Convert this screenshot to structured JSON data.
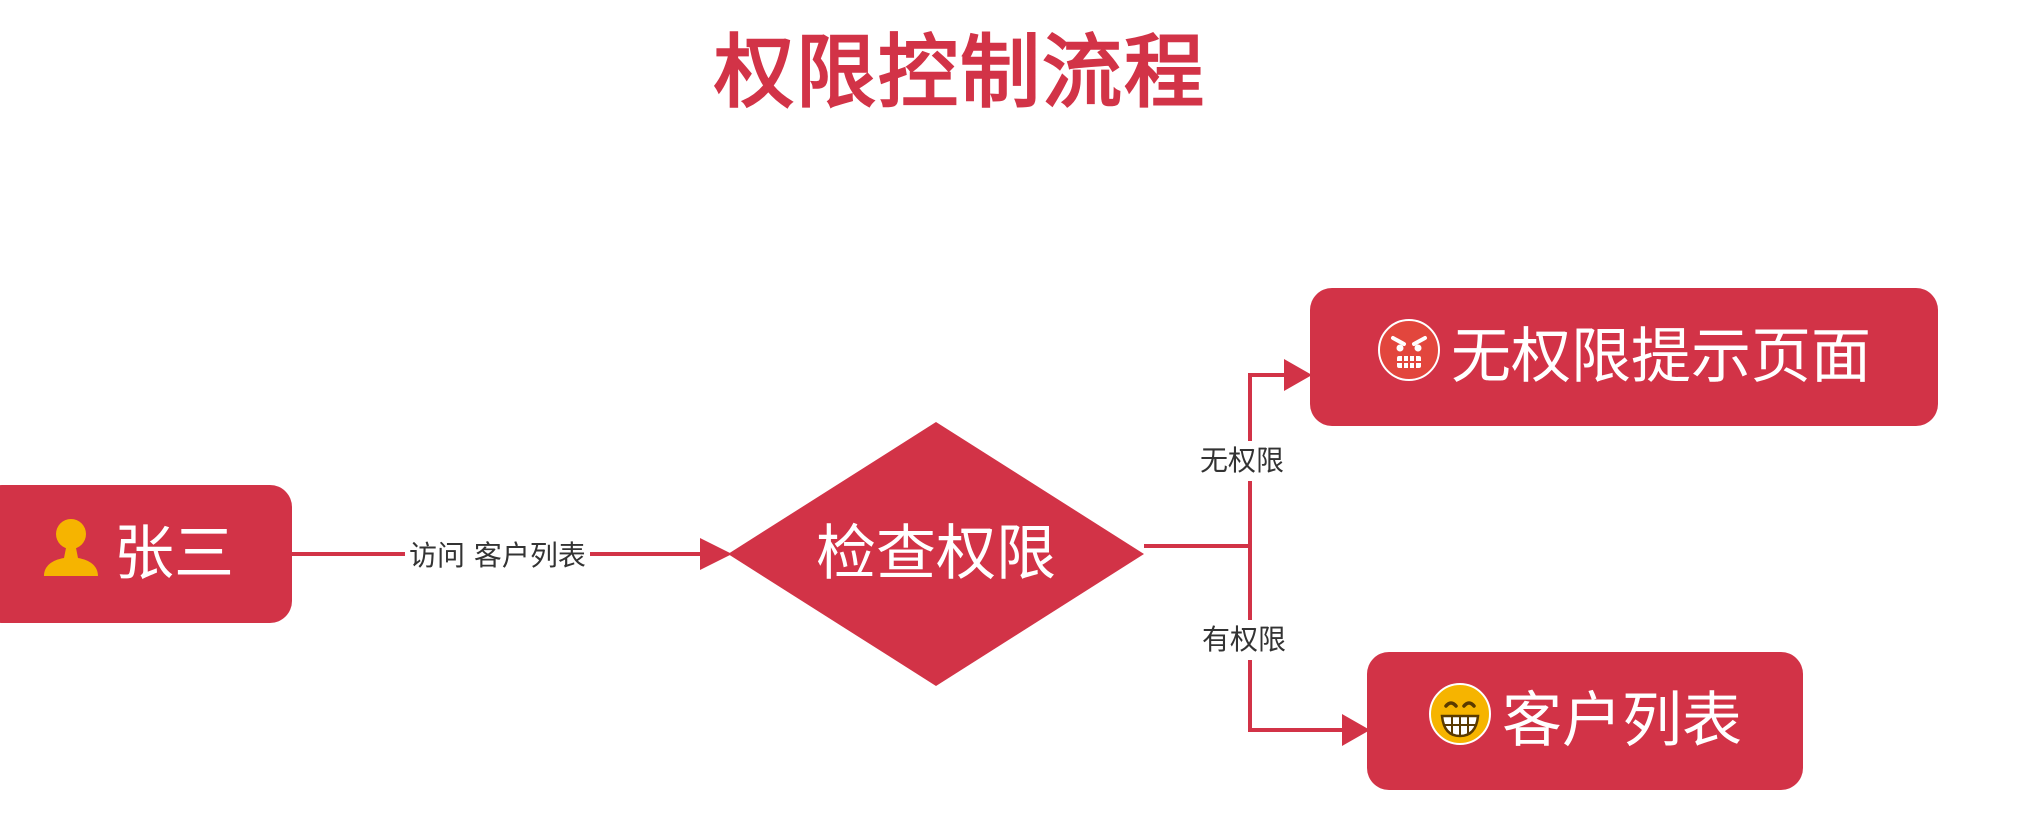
{
  "title": "权限控制流程",
  "nodes": {
    "user": {
      "label": "张三",
      "icon": "person-icon"
    },
    "check": {
      "label": "检查权限"
    },
    "no_permission": {
      "label": "无权限提示页面",
      "icon": "angry-face-icon"
    },
    "customer_list": {
      "label": "客户列表",
      "icon": "grinning-face-icon"
    }
  },
  "edges": {
    "visit": "访问 客户列表",
    "deny": "无权限",
    "allow": "有权限"
  },
  "colors": {
    "primary": "#d23347",
    "icon_yellow": "#f6b400",
    "angry_red": "#e2463d",
    "text_dark": "#333333"
  }
}
